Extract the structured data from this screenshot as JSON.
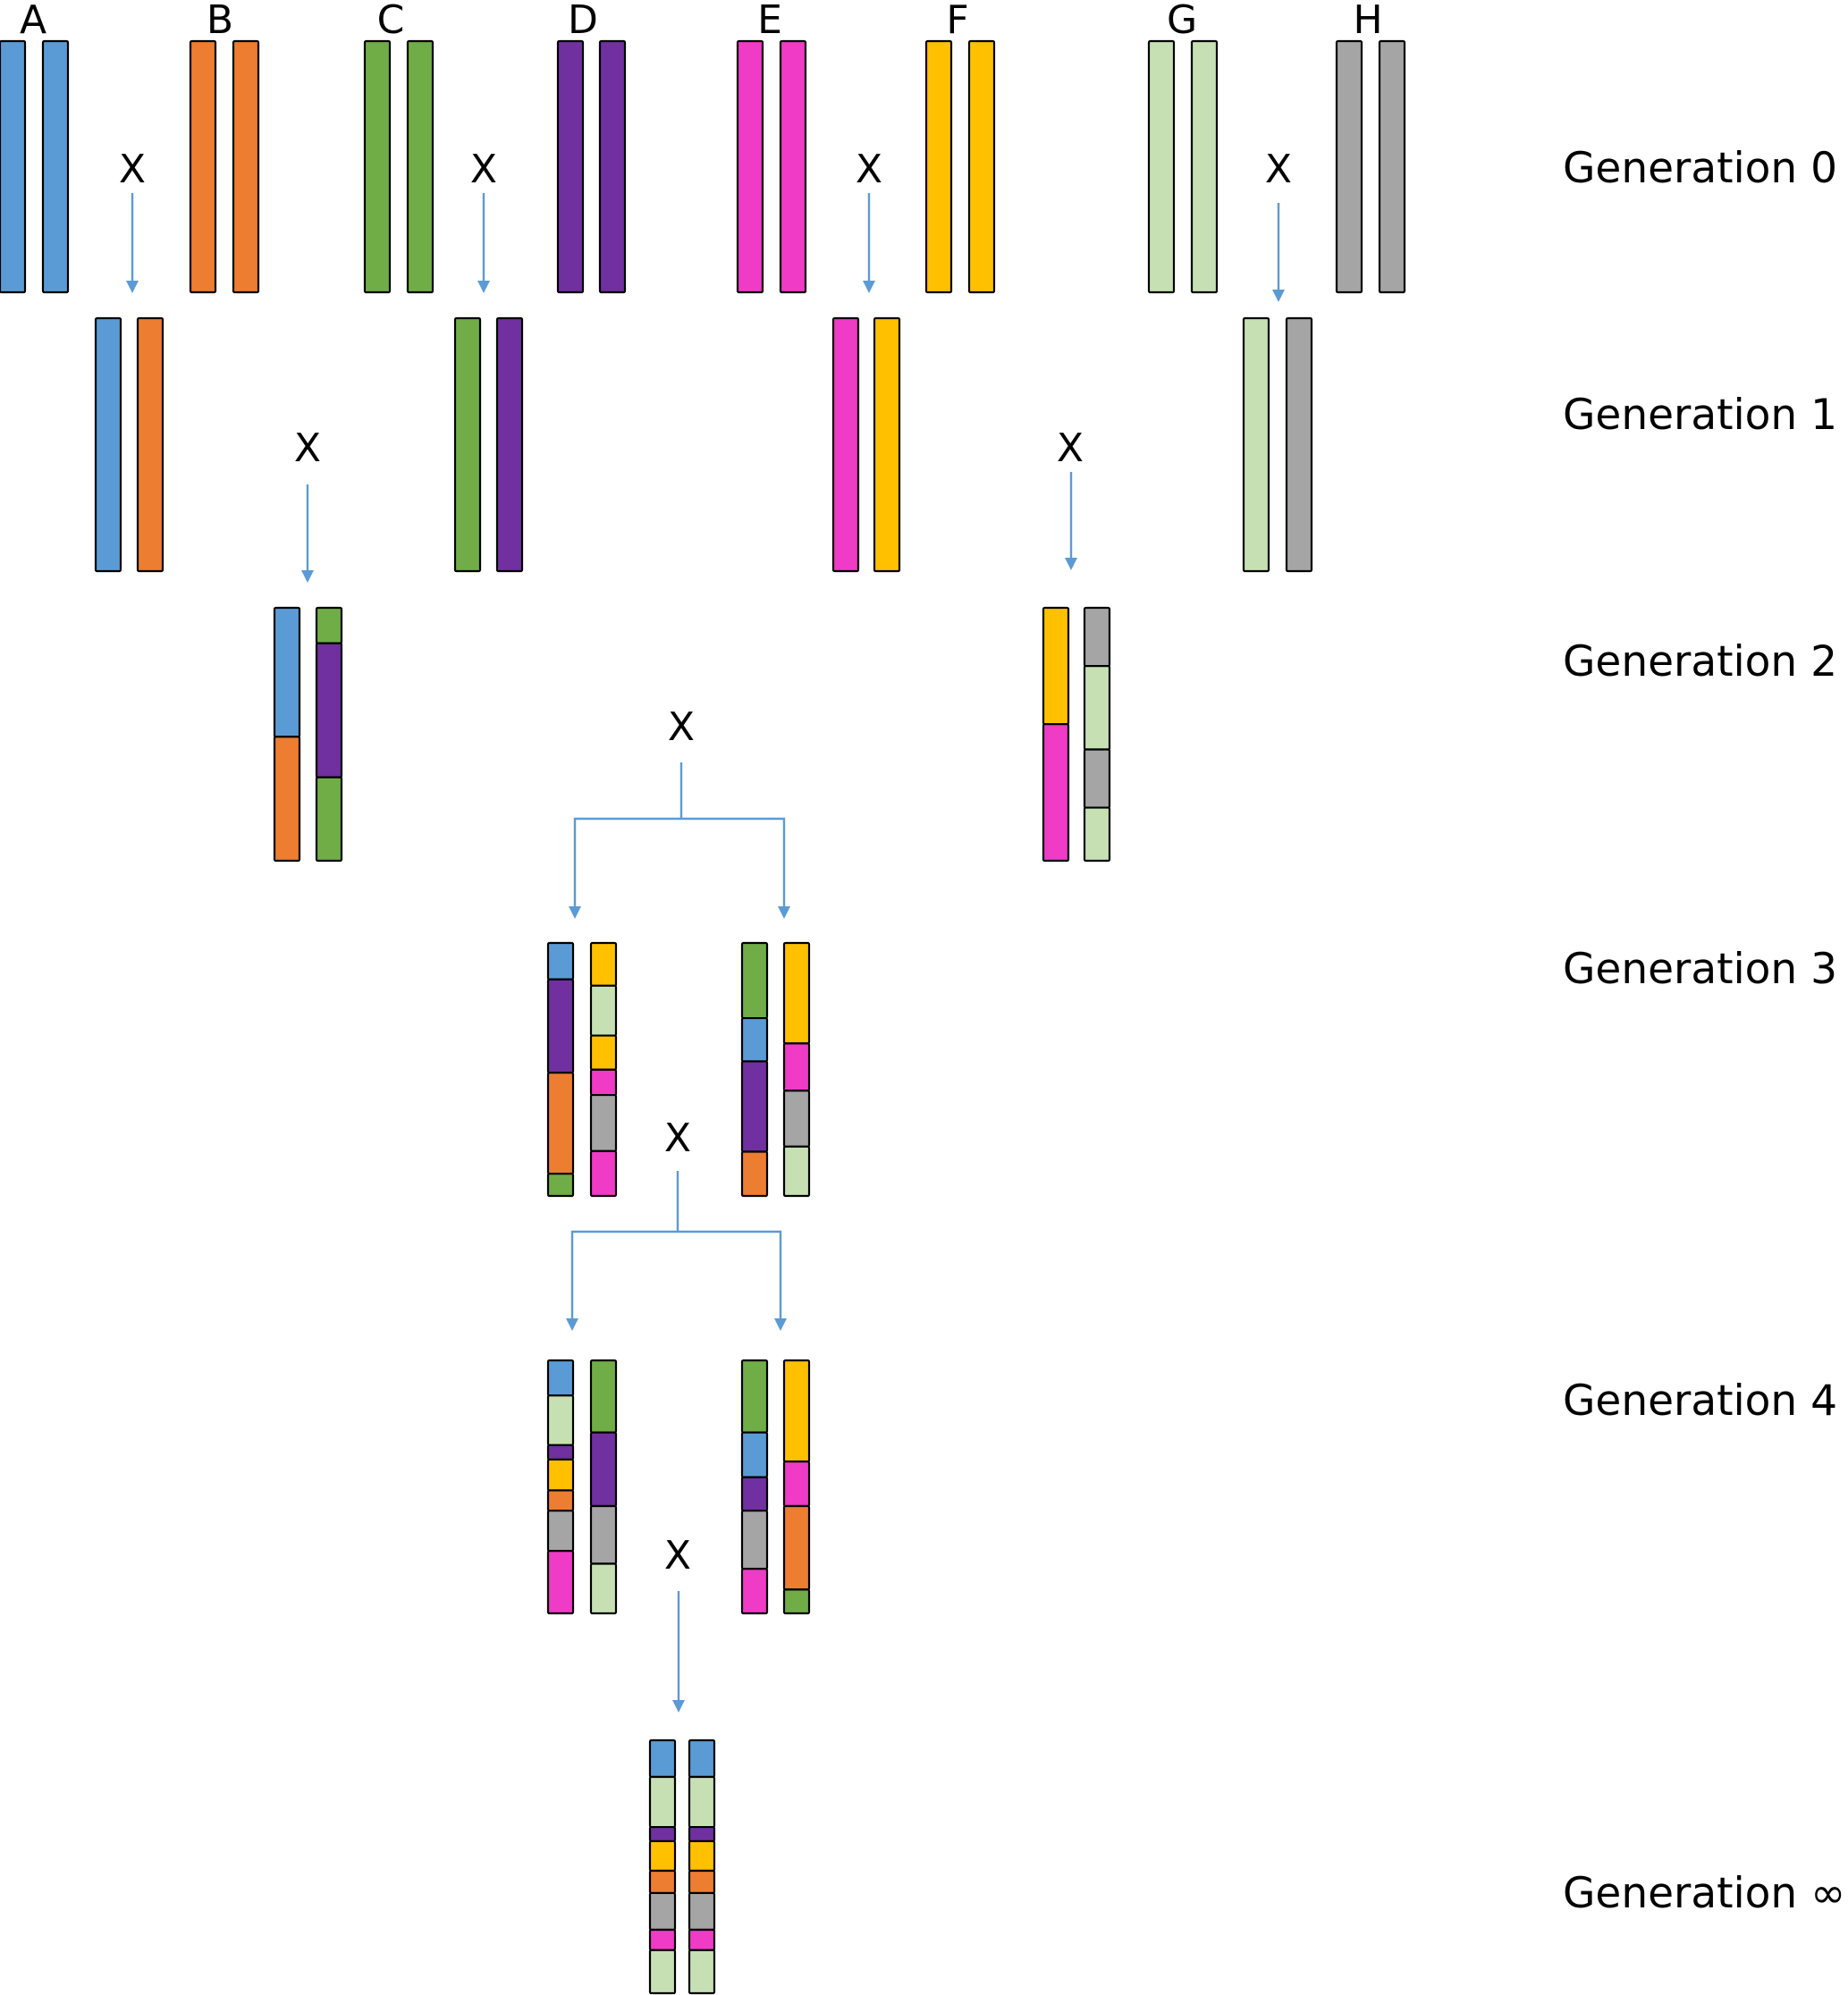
{
  "colors": {
    "A": "#5B9BD5",
    "B": "#ED7D31",
    "C": "#70AD47",
    "D": "#7030A0",
    "E": "#EF3BC6",
    "F": "#FFC000",
    "G": "#C6E0B4",
    "H": "#A5A5A5",
    "arrow": "#5B9BD5",
    "outline": "#000000"
  },
  "founders": [
    {
      "label": "A",
      "strain": "A"
    },
    {
      "label": "B",
      "strain": "B"
    },
    {
      "label": "C",
      "strain": "C"
    },
    {
      "label": "D",
      "strain": "D"
    },
    {
      "label": "E",
      "strain": "E"
    },
    {
      "label": "F",
      "strain": "F"
    },
    {
      "label": "G",
      "strain": "G"
    },
    {
      "label": "H",
      "strain": "H"
    }
  ],
  "cross_symbol": "X",
  "generation_labels": [
    "Generation 0",
    "Generation 1",
    "Generation 2",
    "Generation 3",
    "Generation 4",
    "Generation ∞"
  ],
  "chromosomes": {
    "gen1": [
      {
        "name": "AxB",
        "pair": [
          [
            {
              "s": "A",
              "to": 1
            }
          ],
          [
            {
              "s": "B",
              "to": 1
            }
          ]
        ]
      },
      {
        "name": "CxD",
        "pair": [
          [
            {
              "s": "C",
              "to": 1
            }
          ],
          [
            {
              "s": "D",
              "to": 1
            }
          ]
        ]
      },
      {
        "name": "ExF",
        "pair": [
          [
            {
              "s": "E",
              "to": 1
            }
          ],
          [
            {
              "s": "F",
              "to": 1
            }
          ]
        ]
      },
      {
        "name": "GxH",
        "pair": [
          [
            {
              "s": "G",
              "to": 1
            }
          ],
          [
            {
              "s": "H",
              "to": 1
            }
          ]
        ]
      }
    ],
    "gen2": [
      {
        "name": "ABxCD",
        "pair": [
          [
            {
              "s": "A",
              "to": 0.51
            },
            {
              "s": "B",
              "to": 1
            }
          ],
          [
            {
              "s": "C",
              "to": 0.14
            },
            {
              "s": "D",
              "to": 0.67
            },
            {
              "s": "C",
              "to": 1
            }
          ]
        ]
      },
      {
        "name": "EFxGH",
        "pair": [
          [
            {
              "s": "F",
              "to": 0.46
            },
            {
              "s": "E",
              "to": 1
            }
          ],
          [
            {
              "s": "H",
              "to": 0.23
            },
            {
              "s": "G",
              "to": 0.56
            },
            {
              "s": "H",
              "to": 0.79
            },
            {
              "s": "G",
              "to": 1
            }
          ]
        ]
      }
    ],
    "gen3": [
      {
        "name": "G3-left",
        "pair": [
          [
            {
              "s": "A",
              "to": 0.144
            },
            {
              "s": "D",
              "to": 0.513
            },
            {
              "s": "B",
              "to": 0.912
            },
            {
              "s": "C",
              "to": 1
            }
          ],
          [
            {
              "s": "F",
              "to": 0.169
            },
            {
              "s": "G",
              "to": 0.366
            },
            {
              "s": "F",
              "to": 0.501
            },
            {
              "s": "E",
              "to": 0.601
            },
            {
              "s": "H",
              "to": 0.823
            },
            {
              "s": "E",
              "to": 1
            }
          ]
        ]
      },
      {
        "name": "G3-right",
        "pair": [
          [
            {
              "s": "C",
              "to": 0.297
            },
            {
              "s": "A",
              "to": 0.468
            },
            {
              "s": "D",
              "to": 0.825
            },
            {
              "s": "B",
              "to": 1
            }
          ],
          [
            {
              "s": "F",
              "to": 0.397
            },
            {
              "s": "E",
              "to": 0.584
            },
            {
              "s": "H",
              "to": 0.805
            },
            {
              "s": "G",
              "to": 1
            }
          ]
        ]
      }
    ],
    "gen4": [
      {
        "name": "G4-left",
        "pair": [
          [
            {
              "s": "A",
              "to": 0.139
            },
            {
              "s": "G",
              "to": 0.335
            },
            {
              "s": "D",
              "to": 0.392
            },
            {
              "s": "F",
              "to": 0.514
            },
            {
              "s": "B",
              "to": 0.594
            },
            {
              "s": "H",
              "to": 0.753
            },
            {
              "s": "E",
              "to": 1
            }
          ],
          [
            {
              "s": "C",
              "to": 0.285
            },
            {
              "s": "D",
              "to": 0.576
            },
            {
              "s": "H",
              "to": 0.804
            },
            {
              "s": "G",
              "to": 1
            }
          ]
        ]
      },
      {
        "name": "G4-right",
        "pair": [
          [
            {
              "s": "C",
              "to": 0.285
            },
            {
              "s": "A",
              "to": 0.462
            },
            {
              "s": "D",
              "to": 0.594
            },
            {
              "s": "H",
              "to": 0.824
            },
            {
              "s": "E",
              "to": 1
            }
          ],
          [
            {
              "s": "F",
              "to": 0.4
            },
            {
              "s": "E",
              "to": 0.576
            },
            {
              "s": "B",
              "to": 0.906
            },
            {
              "s": "C",
              "to": 1
            }
          ]
        ]
      }
    ],
    "gen_inf": [
      {
        "name": "inbred",
        "pair": [
          [
            {
              "s": "A",
              "to": 0.145
            },
            {
              "s": "G",
              "to": 0.343
            },
            {
              "s": "D",
              "to": 0.399
            },
            {
              "s": "F",
              "to": 0.516
            },
            {
              "s": "B",
              "to": 0.604
            },
            {
              "s": "H",
              "to": 0.749
            },
            {
              "s": "E",
              "to": 0.83
            },
            {
              "s": "G",
              "to": 1
            }
          ],
          [
            {
              "s": "A",
              "to": 0.145
            },
            {
              "s": "G",
              "to": 0.343
            },
            {
              "s": "D",
              "to": 0.399
            },
            {
              "s": "F",
              "to": 0.516
            },
            {
              "s": "B",
              "to": 0.604
            },
            {
              "s": "H",
              "to": 0.749
            },
            {
              "s": "E",
              "to": 0.83
            },
            {
              "s": "G",
              "to": 1
            }
          ]
        ]
      }
    ]
  }
}
